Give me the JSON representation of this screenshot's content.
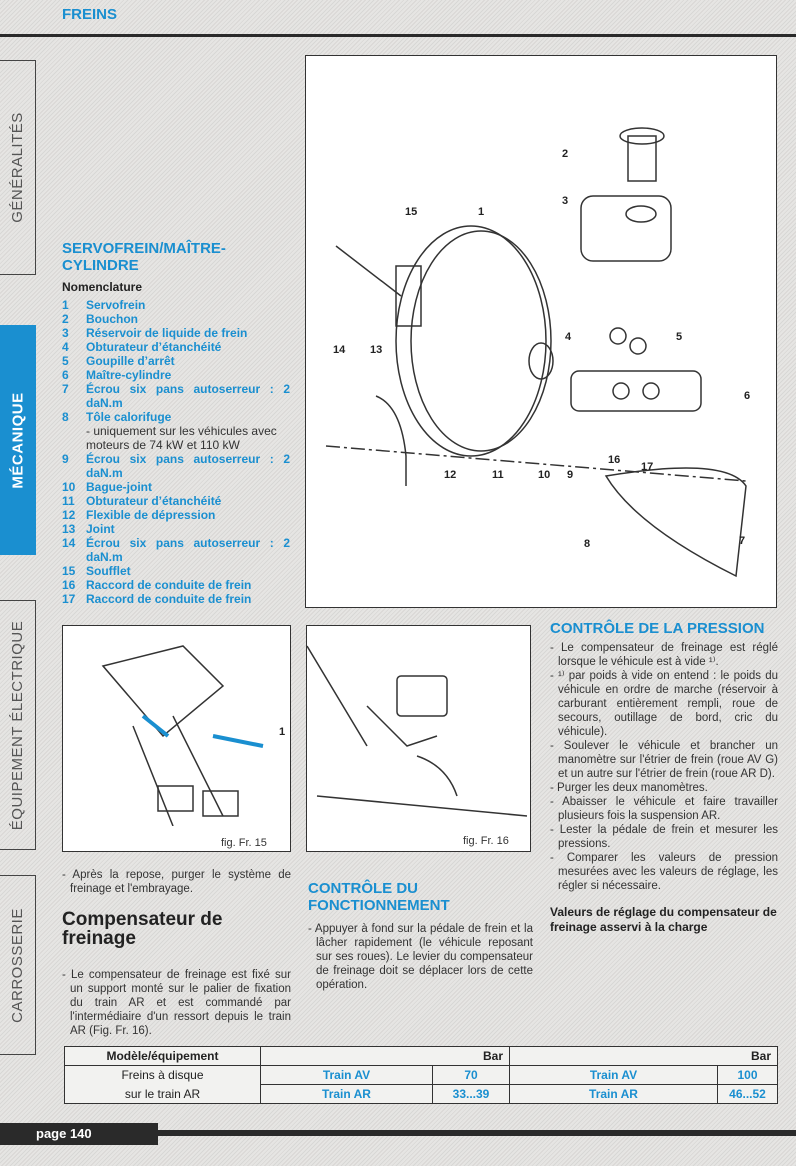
{
  "header": {
    "section": "FREINS"
  },
  "side_tabs": [
    "GÉNÉRALITÉS",
    "MÉCANIQUE",
    "ÉQUIPEMENT ÉLECTRIQUE",
    "CARROSSERIE"
  ],
  "servo": {
    "title": "SERVOFREIN/MAÎTRE-CYLINDRE",
    "subtitle": "Nomenclature",
    "items": [
      {
        "n": "1",
        "t": "Servofrein"
      },
      {
        "n": "2",
        "t": "Bouchon"
      },
      {
        "n": "3",
        "t": "Réservoir de liquide de frein"
      },
      {
        "n": "4",
        "t": "Obturateur d’étanchéité"
      },
      {
        "n": "5",
        "t": "Goupille d’arrêt"
      },
      {
        "n": "6",
        "t": "Maître-cylindre"
      },
      {
        "n": "7",
        "t": "Écrou six pans autoserreur : 2 daN.m"
      },
      {
        "n": "8",
        "t": "Tôle calorifuge"
      },
      {
        "n": "9",
        "t": "Écrou six pans autoserreur : 2 daN.m"
      },
      {
        "n": "10",
        "t": "Bague-joint"
      },
      {
        "n": "11",
        "t": "Obturateur d’étanchéité"
      },
      {
        "n": "12",
        "t": "Flexible de dépression"
      },
      {
        "n": "13",
        "t": "Joint"
      },
      {
        "n": "14",
        "t": "Écrou six pans autoserreur : 2 daN.m"
      },
      {
        "n": "15",
        "t": "Soufflet"
      },
      {
        "n": "16",
        "t": "Raccord de conduite de frein"
      },
      {
        "n": "17",
        "t": "Raccord de conduite de frein"
      }
    ],
    "item8_note": "- uniquement sur les véhicules avec moteurs de 74 kW et 110 kW"
  },
  "diagram": {
    "labels": [
      "1",
      "2",
      "3",
      "4",
      "5",
      "6",
      "7",
      "8",
      "9",
      "10",
      "11",
      "12",
      "13",
      "14",
      "15",
      "16",
      "17"
    ]
  },
  "fig15": {
    "caption": "fig. Fr. 15",
    "label": "1"
  },
  "fig16": {
    "caption": "fig. Fr. 16"
  },
  "left_text": {
    "after": "- Après la repose, purger le système de freinage et l'embrayage.",
    "comp_title": "Compensateur de freinage",
    "comp_text": "- Le compensateur de freinage est fixé sur un support monté sur le palier de fixation du train AR et est commandé par l'intermédiaire d'un ressort depuis le train AR (Fig. Fr. 16)."
  },
  "fonct": {
    "title": "CONTRÔLE DU FONCTIONNEMENT",
    "text": "- Appuyer à fond sur la pédale de frein et la lâcher rapidement (le véhicule reposant sur ses roues). Le levier du compensateur de freinage doit se déplacer lors de cette opération."
  },
  "pression": {
    "title": "CONTRÔLE DE LA PRESSION",
    "items": [
      "- Le compensateur de freinage est réglé lorsque le véhicule est à vide ¹⁾.",
      "- ¹⁾ par poids à vide on entend : le poids du véhicule en ordre de marche (réservoir à carburant entièrement rempli, roue de secours, outillage de bord, cric du véhicule).",
      "- Soulever le véhicule et brancher un manomètre sur l'étrier de frein (roue AV G) et un autre sur l'étrier de frein (roue AR D).",
      "- Purger les deux manomètres.",
      "- Abaisser le véhicule et faire travailler plusieurs fois la suspension AR.",
      "- Lester la pédale de frein et mesurer les pressions.",
      "- Comparer les valeurs de pression mesurées avec les valeurs de réglage, les régler si nécessaire."
    ],
    "valeurs_title": "Valeurs de réglage du compensateur de freinage asservi à la charge"
  },
  "table": {
    "h_model": "Modèle/équipement",
    "h_bar1": "Bar",
    "h_bar2": "Bar",
    "model_l1": "Freins à disque",
    "model_l2": "sur le train AR",
    "rows": [
      {
        "a": "Train AV",
        "av": "70",
        "b": "Train AV",
        "bv": "100"
      },
      {
        "a": "Train AR",
        "av": "33...39",
        "b": "Train AR",
        "bv": "46...52"
      }
    ]
  },
  "footer": {
    "page": "page 140"
  }
}
